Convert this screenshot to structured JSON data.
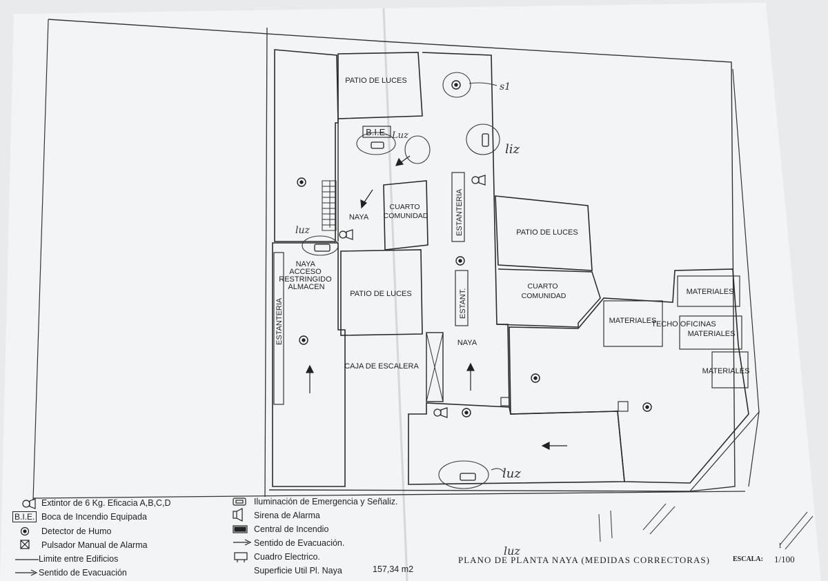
{
  "plan": {
    "rooms": {
      "patio_top": "PATIO DE LUCES",
      "bie": "B.I.E.",
      "naya_small": "NAYA",
      "cuarto_comunidad_1": "CUARTO COMUNIDAD",
      "naya_acceso": [
        "NAYA",
        "ACCESO",
        "RESTRINGIDO",
        "ALMACEN"
      ],
      "estanteria_left": "ESTANTERIA",
      "estanteria_center": "ESTANTERIA",
      "estant_center": "ESTANT.",
      "patio_middle": "PATIO DE LUCES",
      "caja_escalera": "CAJA DE ESCALERA",
      "naya_center": "NAYA",
      "patio_right": "PATIO DE LUCES",
      "cuarto_comunidad_2": [
        "CUARTO",
        "COMUNIDAD"
      ],
      "materiales_1": "MATERIALES",
      "materiales_2": "MATERIALES",
      "techo_oficinas": "TECHO OFICINAS",
      "materiales_3": "MATERIALES",
      "materiales_4": "MATERIALES"
    },
    "handwritten": {
      "s1": "s1",
      "luz_top": "Luz",
      "luz_right": "liz",
      "luz_left": "luz",
      "luz_bottom": "luz",
      "luz_signature": "luz"
    }
  },
  "legend": {
    "col1": [
      {
        "icon": "extinguisher-icon",
        "text": "Extintor de 6 Kg. Eficacia A,B,C,D"
      },
      {
        "icon": "bie-icon",
        "symbol": "B.I.E.",
        "text": "Boca de Incendio Equipada"
      },
      {
        "icon": "smoke-detector-icon",
        "text": "Detector de Humo"
      },
      {
        "icon": "manual-alarm-icon",
        "text": "Pulsador Manual de Alarma"
      },
      {
        "icon": "boundary-line-icon",
        "text": "Limite entre Edificios"
      },
      {
        "icon": "evacuation-arrow-icon",
        "text": "Sentido de Evacuación"
      }
    ],
    "col2": [
      {
        "icon": "emergency-light-icon",
        "text": "Iluminación de Emergencia y Señaliz."
      },
      {
        "icon": "siren-icon",
        "text": "Sirena de Alarma"
      },
      {
        "icon": "fire-panel-icon",
        "text": "Central de Incendio"
      },
      {
        "icon": "evacuation-arrow-icon",
        "text": "Sentido de Evacuación."
      },
      {
        "icon": "electric-panel-icon",
        "text": "Cuadro Electrico."
      }
    ],
    "surface_label": "Superficie Util Pl. Naya",
    "surface_value": "157,34 m2"
  },
  "title_block": {
    "title": "PLANO DE PLANTA NAYA (MEDIDAS CORRECTORAS)",
    "scale_label": "ESCALA:",
    "scale_value": "1/100",
    "sheet": "1"
  },
  "colors": {
    "paper": "#f4f5f6",
    "ink": "#2a2a2a",
    "background": "#e9eaec"
  }
}
